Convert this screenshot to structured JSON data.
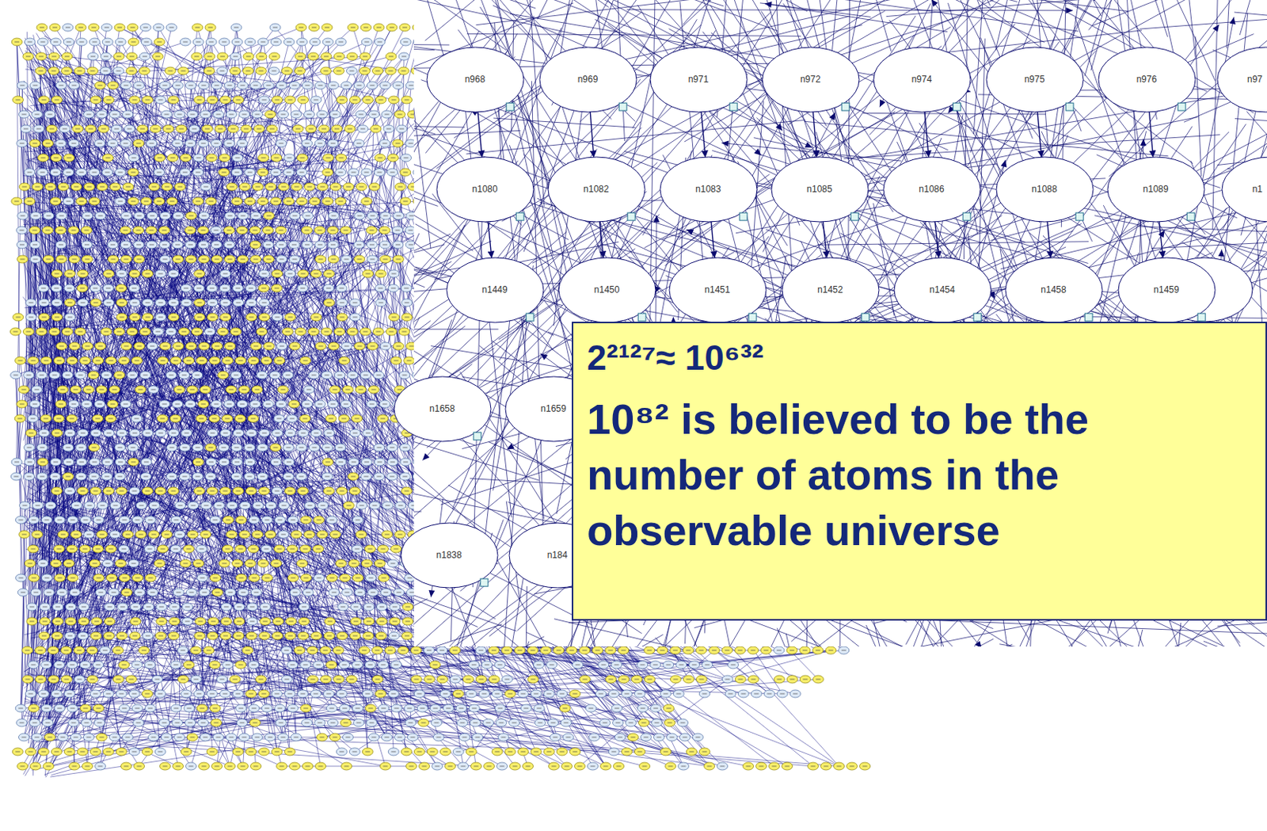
{
  "diagram": {
    "nodes": [
      {
        "text": [
          "n968"
        ]
      },
      {
        "text": [
          "n969"
        ]
      },
      {
        "text": [
          "n971"
        ]
      },
      {
        "text": [
          "n972"
        ]
      },
      {
        "text": [
          "n974"
        ]
      },
      {
        "text": [
          "n975"
        ]
      },
      {
        "text": [
          "n976"
        ]
      },
      {
        "text": [
          "n97"
        ]
      },
      {
        "text": [
          "n1080"
        ]
      },
      {
        "text": [
          "n1082"
        ]
      },
      {
        "text": [
          "n1083"
        ]
      },
      {
        "text": [
          "n1085"
        ]
      },
      {
        "text": [
          "n1086"
        ]
      },
      {
        "text": [
          "n1088"
        ]
      },
      {
        "text": [
          "n1089"
        ]
      },
      {
        "text": [
          "n1"
        ]
      },
      {
        "text": [
          "n1449"
        ]
      },
      {
        "text": [
          "n1450"
        ]
      },
      {
        "text": [
          "n1451"
        ]
      },
      {
        "text": [
          "n1452"
        ]
      },
      {
        "text": [
          "n1454"
        ]
      },
      {
        "text": [
          "n1458"
        ]
      },
      {
        "text": [
          "n1459"
        ]
      },
      {
        "text": [
          "2²¹²⁷≈ 10⁶³²",
          "10⁸² is believed to be the number of atoms in the observable universe"
        ]
      },
      {
        "text": [
          "n1658"
        ]
      },
      {
        "text": [
          "n1659"
        ]
      },
      {
        "text": [
          "n1838"
        ]
      },
      {
        "text": [
          "n184"
        ]
      }
    ],
    "edges": [
      {
        "from": 0,
        "to": 8,
        "arrow": "to"
      },
      {
        "from": 1,
        "to": 9,
        "arrow": "to"
      },
      {
        "from": 2,
        "to": 10,
        "arrow": "to"
      },
      {
        "from": 3,
        "to": 11,
        "arrow": "to"
      },
      {
        "from": 4,
        "to": 12,
        "arrow": "to"
      },
      {
        "from": 5,
        "to": 13,
        "arrow": "to"
      },
      {
        "from": 6,
        "to": 14,
        "arrow": "to"
      },
      {
        "from": 8,
        "to": 16,
        "arrow": "to"
      },
      {
        "from": 9,
        "to": 17,
        "arrow": "to"
      },
      {
        "from": 10,
        "to": 18,
        "arrow": "to"
      },
      {
        "from": 11,
        "to": 19,
        "arrow": "to"
      },
      {
        "from": 12,
        "to": 20,
        "arrow": "to"
      },
      {
        "from": 13,
        "to": 21,
        "arrow": "to"
      },
      {
        "from": 14,
        "to": 22,
        "arrow": "to"
      }
    ]
  }
}
